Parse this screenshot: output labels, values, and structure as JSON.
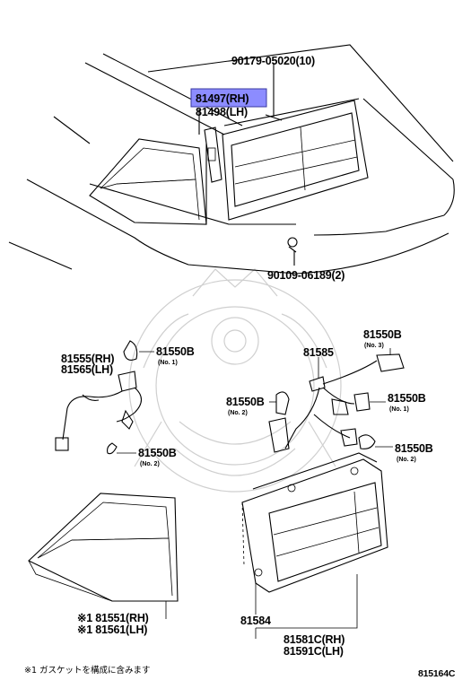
{
  "labels": {
    "top_bolt": "90179-05020(10)",
    "top_lamp_rh": "81497(RH)",
    "top_lamp_lh": "81498(LH)",
    "top_screw": "90109-06189(2)",
    "socket_rh": "81555(RH)",
    "socket_lh": "81565(LH)",
    "bulb_left_no1": "81550B",
    "bulb_left_no1_sub": "(No. 1)",
    "bulb_left_no2": "81550B",
    "bulb_left_no2_sub": "(No. 2)",
    "harness": "81585",
    "bulb_right_no3": "81550B",
    "bulb_right_no3_sub": "(No. 3)",
    "bulb_center_no2": "81550B",
    "bulb_center_no2_sub": "(No. 2)",
    "bulb_right_no1": "81550B",
    "bulb_right_no1_sub": "(No. 1)",
    "bulb_right_no2": "81550B",
    "bulb_right_no2_sub": "(No. 2)",
    "lamp_rh": "※1 81551(RH)",
    "lamp_lh": "※1 81561(LH)",
    "gasket": "81584",
    "rear_lamp_rh": "81581C(RH)",
    "rear_lamp_lh": "81591C(LH)",
    "footnote": "※1 ガスケットを構成に含みます",
    "diagram_code": "815164C"
  },
  "highlight_color": "#8c8cff"
}
